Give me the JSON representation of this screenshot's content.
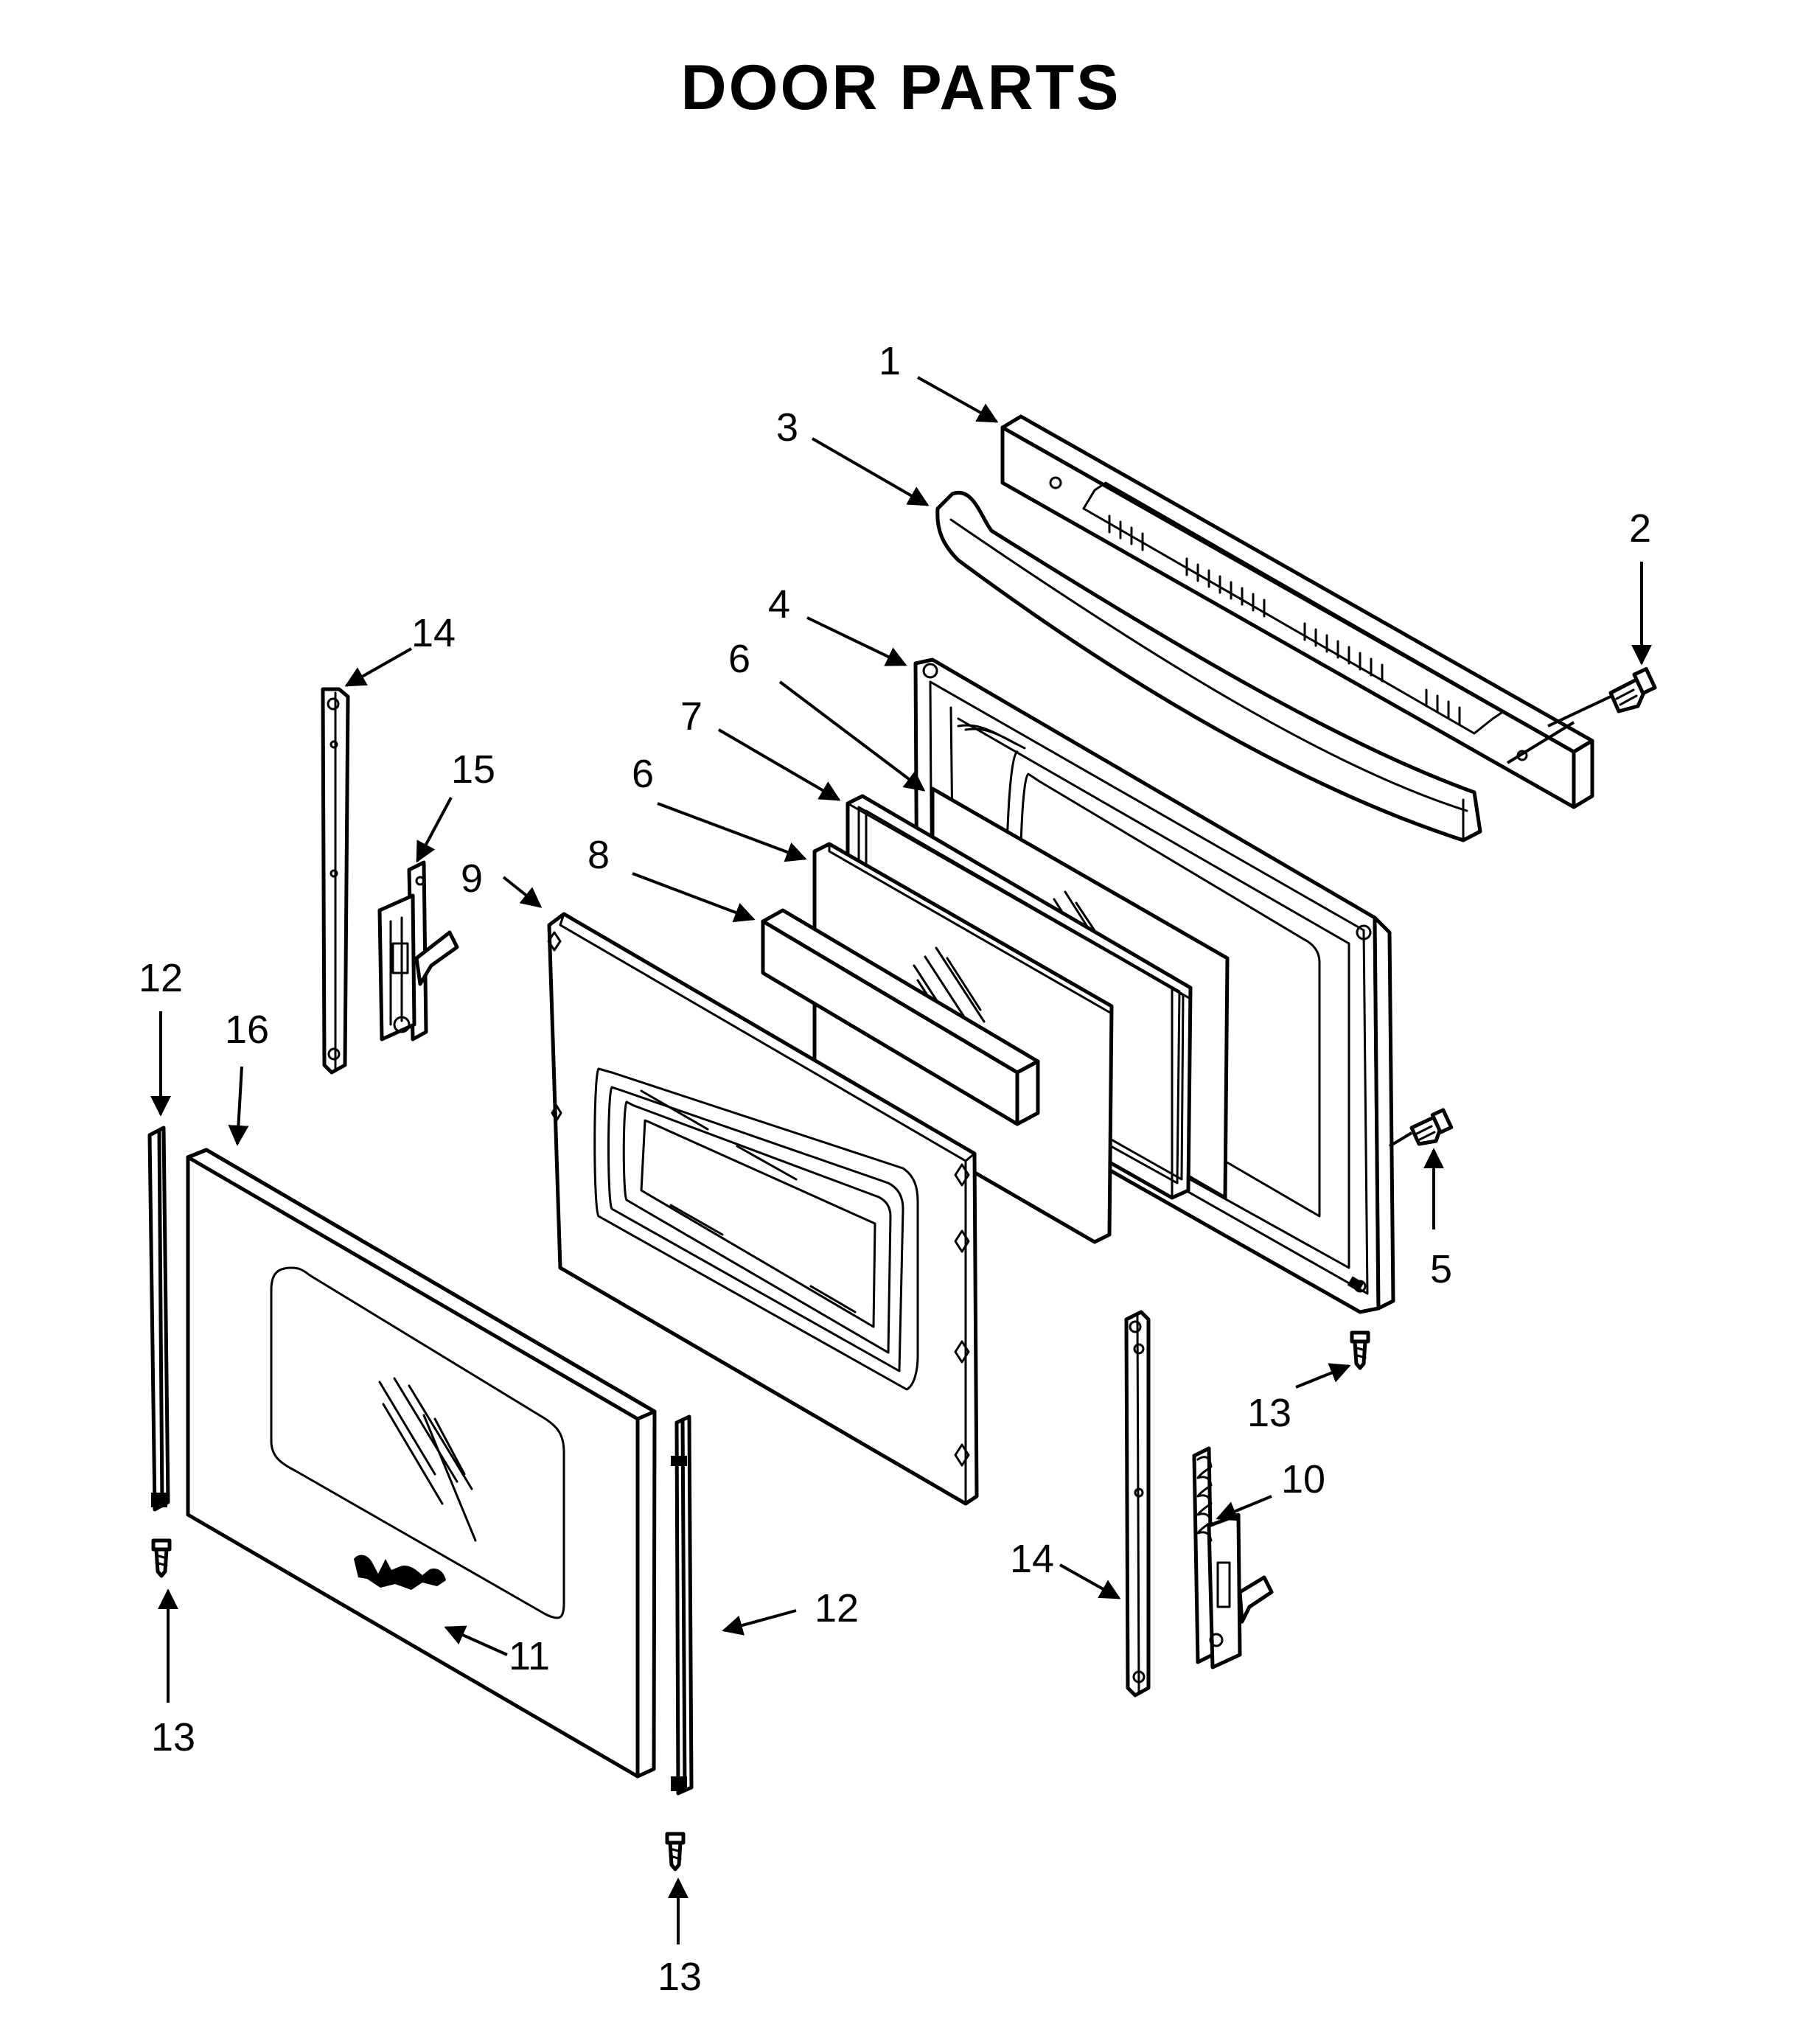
{
  "title": "DOOR PARTS",
  "callouts": {
    "c1": "1",
    "c2": "2",
    "c3": "3",
    "c4": "4",
    "c5": "5",
    "c6a": "6",
    "c6b": "6",
    "c7": "7",
    "c8": "8",
    "c9": "9",
    "c10": "10",
    "c11": "11",
    "c12a": "12",
    "c12b": "12",
    "c13a": "13",
    "c13b": "13",
    "c13c": "13",
    "c14a": "14",
    "c14b": "14",
    "c15": "15",
    "c16": "16"
  },
  "colors": {
    "line": "#000000",
    "background": "#ffffff"
  }
}
